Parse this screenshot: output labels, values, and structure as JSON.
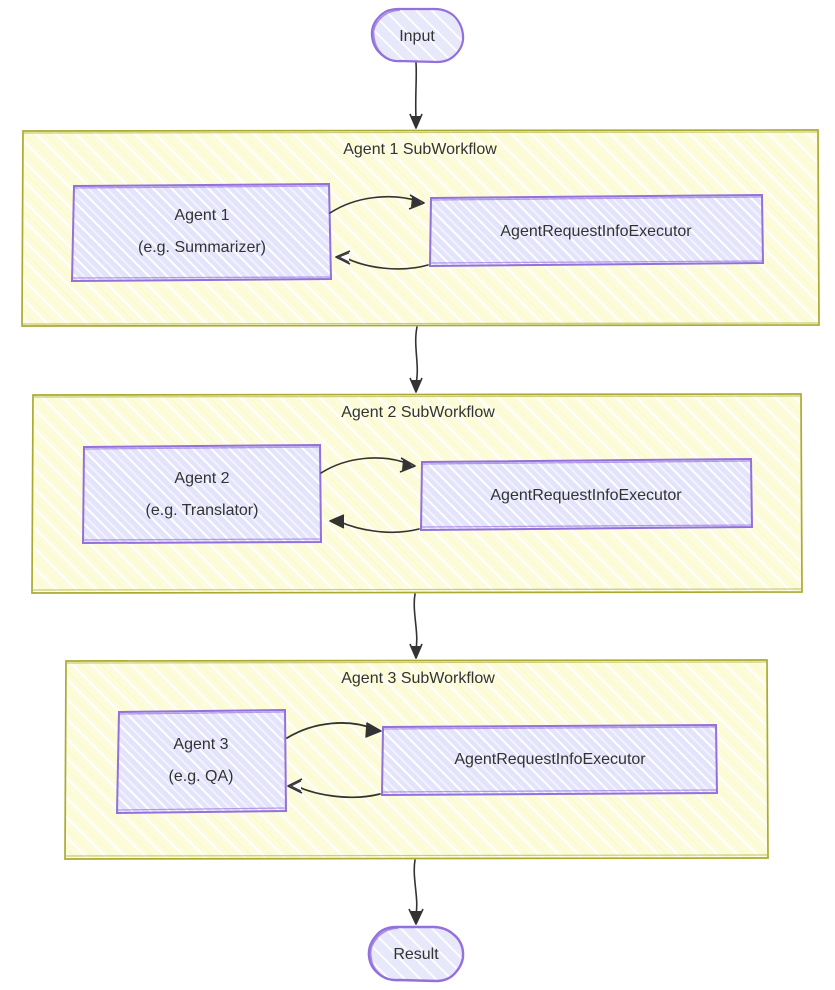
{
  "diagram": {
    "type": "flowchart",
    "direction": "top-to-bottom",
    "title": "",
    "look": "hand-drawn",
    "theme_colors": {
      "canvas_background": "#ffffff",
      "cluster_fill": "#ffffde",
      "cluster_stroke": "#aaaa33",
      "node_fill": "#ececff",
      "node_stroke": "#9370db",
      "terminal_fill": "#ececff",
      "terminal_stroke": "#9370db",
      "edge_stroke": "#333333",
      "text_color": "#333333",
      "hatch_color": "#ffffff"
    },
    "nodes": [
      {
        "id": "input",
        "label": "Input",
        "shape": "stadium"
      },
      {
        "id": "agent1",
        "label_line1": "Agent 1",
        "label_line2": "(e.g. Summarizer)",
        "shape": "rect"
      },
      {
        "id": "exec1",
        "label": "AgentRequestInfoExecutor",
        "shape": "rect"
      },
      {
        "id": "agent2",
        "label_line1": "Agent 2",
        "label_line2": "(e.g. Translator)",
        "shape": "rect"
      },
      {
        "id": "exec2",
        "label": "AgentRequestInfoExecutor",
        "shape": "rect"
      },
      {
        "id": "agent3",
        "label_line1": "Agent 3",
        "label_line2": "(e.g. QA)",
        "shape": "rect"
      },
      {
        "id": "exec3",
        "label": "AgentRequestInfoExecutor",
        "shape": "rect"
      },
      {
        "id": "result",
        "label": "Result",
        "shape": "stadium"
      }
    ],
    "clusters": [
      {
        "id": "sub1",
        "label": "Agent 1 SubWorkflow"
      },
      {
        "id": "sub2",
        "label": "Agent 2 SubWorkflow"
      },
      {
        "id": "sub3",
        "label": "Agent 3 SubWorkflow"
      }
    ],
    "edges": [
      {
        "from": "input",
        "to": "sub1",
        "label": "",
        "arrow": "open"
      },
      {
        "from": "agent1",
        "to": "exec1",
        "label": "",
        "arrow": "open"
      },
      {
        "from": "exec1",
        "to": "agent1",
        "label": "",
        "arrow": "open"
      },
      {
        "from": "sub1",
        "to": "sub2",
        "label": "",
        "arrow": "open"
      },
      {
        "from": "agent2",
        "to": "exec2",
        "label": "",
        "arrow": "open"
      },
      {
        "from": "exec2",
        "to": "agent2",
        "label": "",
        "arrow": "open"
      },
      {
        "from": "sub2",
        "to": "sub3",
        "label": "",
        "arrow": "open"
      },
      {
        "from": "agent3",
        "to": "exec3",
        "label": "",
        "arrow": "filled"
      },
      {
        "from": "exec3",
        "to": "agent3",
        "label": "",
        "arrow": "open"
      },
      {
        "from": "sub3",
        "to": "result",
        "label": "",
        "arrow": "open"
      }
    ]
  }
}
